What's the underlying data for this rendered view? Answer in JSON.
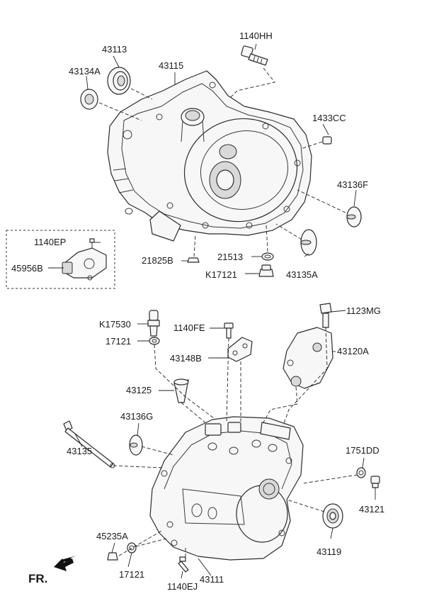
{
  "diagram": {
    "callouts": {
      "p1140HH": "1140HH",
      "p43113": "43113",
      "p43134A": "43134A",
      "p43115": "43115",
      "p1433CC": "1433CC",
      "p43136F": "43136F",
      "p1140EP": "1140EP",
      "p45956B": "45956B",
      "p21825B": "21825B",
      "p21513": "21513",
      "pK17121": "K17121",
      "p43135A": "43135A",
      "pK17530": "K17530",
      "p1140FE": "1140FE",
      "p1123MG": "1123MG",
      "p17121_top": "17121",
      "p43148B": "43148B",
      "p43120A": "43120A",
      "p43125": "43125",
      "p43136G": "43136G",
      "p43135": "43135",
      "p1751DD": "1751DD",
      "p43121": "43121",
      "p45235A": "45235A",
      "p43119": "43119",
      "p17121_bottom": "17121",
      "p1140EJ": "1140EJ",
      "p43111": "43111"
    },
    "direction_label": "FR."
  }
}
